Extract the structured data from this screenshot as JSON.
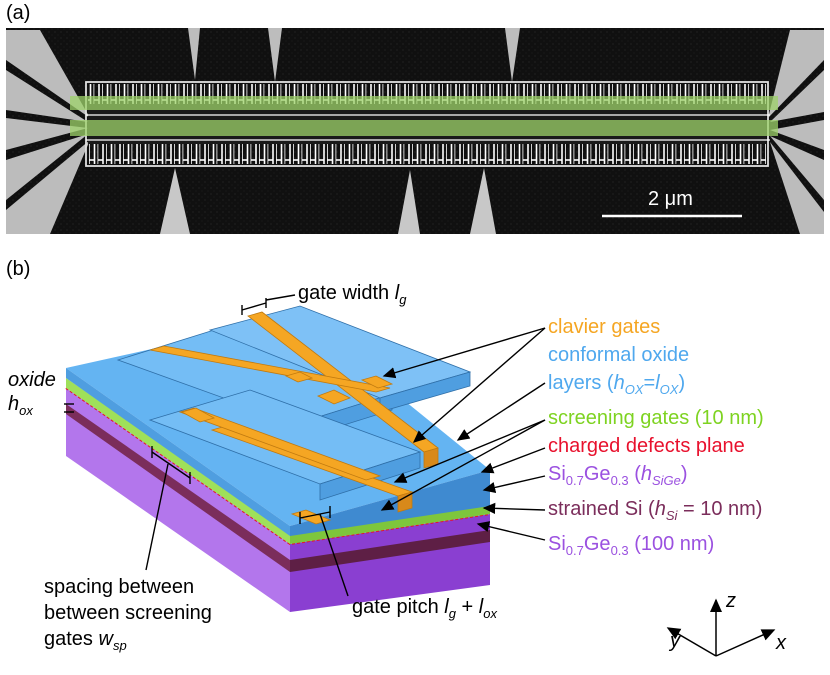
{
  "panel_a": {
    "label": "(a)",
    "scalebar": "2 μm"
  },
  "panel_b": {
    "label": "(b)",
    "annotations": {
      "gate_width": "gate width ",
      "gate_width_sym": "l",
      "gate_width_sub": "g",
      "oxide_word": "oxide",
      "oxide_sym": "h",
      "oxide_sub": "ox",
      "spacing_line1": "spacing between",
      "spacing_line2": "between screening",
      "spacing_line3": "gates ",
      "spacing_sym": "w",
      "spacing_sub": "sp",
      "pitch_text": "gate pitch ",
      "pitch_l1": "l",
      "pitch_s1": "g",
      "pitch_plus": " + ",
      "pitch_l2": "l",
      "pitch_s2": "ox"
    },
    "legend": {
      "clavier": "clavier gates",
      "conformal": "conformal oxide",
      "layers_prefix": "layers (",
      "layers_h": "h",
      "layers_hsub": "OX",
      "layers_eq": "=",
      "layers_l": "l",
      "layers_lsub": "OX",
      "layers_suffix": ")",
      "screening": "screening gates (10 nm)",
      "defects": "charged defects plane",
      "sige1_si": "Si",
      "sige1_s1": "0.7",
      "sige1_ge": "Ge",
      "sige1_s2": "0.3",
      "sige1_paren": " (",
      "sige1_h": "h",
      "sige1_hsub": "SiGe",
      "sige1_close": ")",
      "strained_prefix": "strained Si (",
      "strained_h": "h",
      "strained_hsub": "Si",
      "strained_suffix": " = 10 nm)",
      "sige2_si": "Si",
      "sige2_s1": "0.7",
      "sige2_ge": "Ge",
      "sige2_s2": "0.3",
      "sige2_suffix": " (100 nm)"
    },
    "axes": {
      "z": "z",
      "y": "y",
      "x": "x"
    },
    "colors": {
      "clavier": "#F5A623",
      "oxide": "#5AB0F0",
      "screening": "#7ED321",
      "defects": "#E8112D",
      "sige": "#9B51E0",
      "strained": "#7B2D5B"
    }
  }
}
